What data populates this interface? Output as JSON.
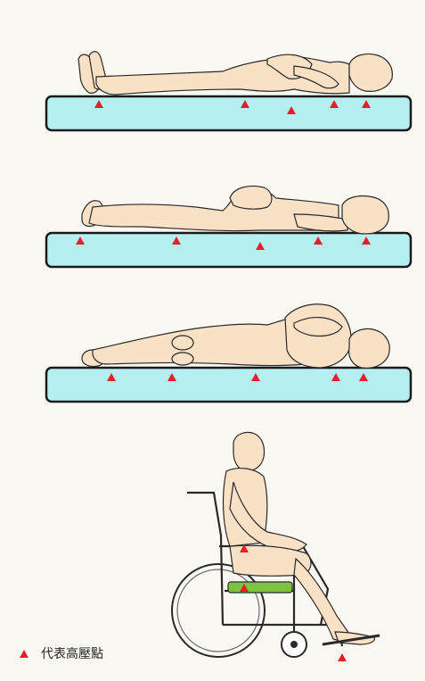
{
  "colors": {
    "background": "#fbf7f2",
    "mattress": "#b5efef",
    "mattress_border": "#1a1a1a",
    "pressure_point": "#e2202a",
    "skin": "#f8e1c4",
    "outline": "#2a2a2a",
    "cushion": "#7dc243"
  },
  "legend": {
    "marker_icon": "red-triangle-icon",
    "label": "代表高壓點"
  },
  "panels": [
    {
      "posture": "supine",
      "pressure_point_count": 5
    },
    {
      "posture": "prone",
      "pressure_point_count": 5
    },
    {
      "posture": "side-lying",
      "pressure_point_count": 5
    },
    {
      "posture": "seated-wheelchair",
      "pressure_point_count": 3
    }
  ]
}
